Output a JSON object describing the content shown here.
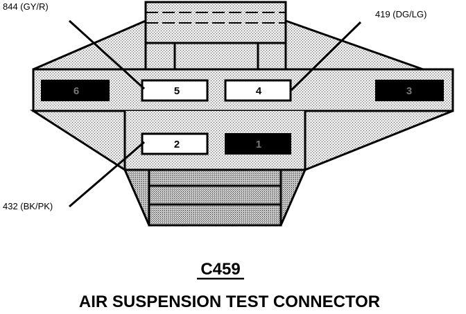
{
  "callouts": {
    "pin5_wire": "844 (GY/R)",
    "pin4_wire": "419 (DG/LG)",
    "pin2_wire": "432 (BK/PK)"
  },
  "pins": {
    "p6": "6",
    "p5": "5",
    "p4": "4",
    "p3": "3",
    "p2": "2",
    "p1": "1"
  },
  "connector": {
    "id": "C459",
    "title": "AIR SUSPENSION TEST CONNECTOR"
  },
  "colors": {
    "stipple_fill": "#d9d9d9",
    "stroke": "#000000",
    "filled_cavity": "#000000",
    "open_cavity": "#ffffff"
  }
}
